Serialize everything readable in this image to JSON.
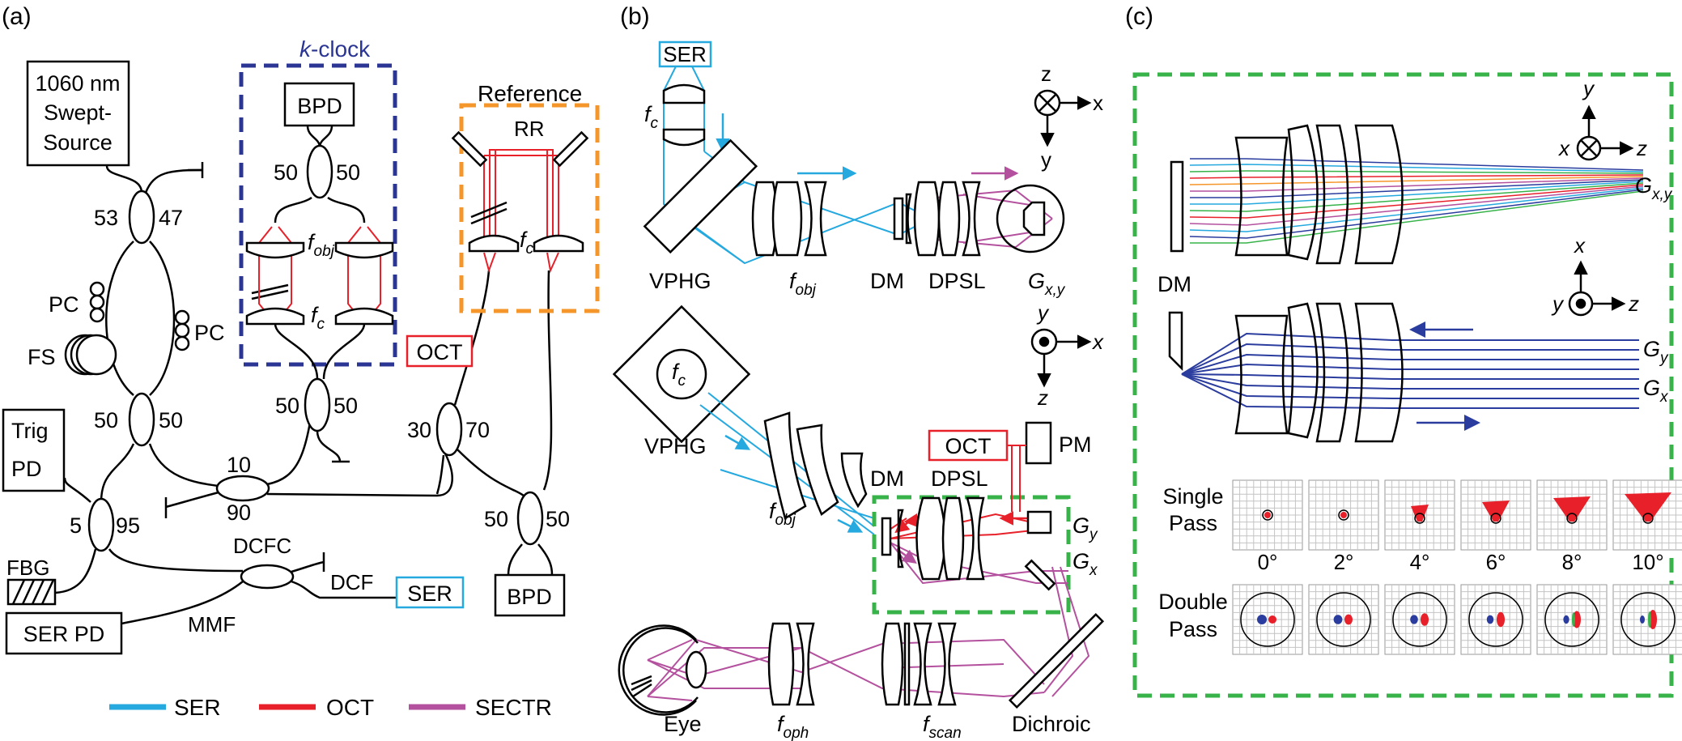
{
  "panels": {
    "a": "(a)",
    "b": "(b)",
    "c": "(c)"
  },
  "colors": {
    "ser": "#25a9df",
    "oct": "#e7202a",
    "sectr": "#b4519e",
    "k_clock": "#2b3593",
    "reference": "#f5962a",
    "green_box": "#37b34a",
    "scan_blue": "#2a3c9e",
    "black": "#000000"
  },
  "a": {
    "source": [
      "1060 nm",
      "Swept-",
      "Source"
    ],
    "kclock_label": {
      "k": "k",
      "rest": "-clock"
    },
    "reference_label": "Reference",
    "bpd": "BPD",
    "split_50": "50",
    "f_obj": {
      "base": "f",
      "sub": "obj"
    },
    "f_c": {
      "base": "f",
      "sub": "c"
    },
    "rr": "RR",
    "split_53": "53",
    "split_47": "47",
    "pc": "PC",
    "fs": "FS",
    "trig_pd": [
      "Trig",
      "PD"
    ],
    "split_10": "10",
    "split_90": "90",
    "split_5": "5",
    "split_95": "95",
    "split_30": "30",
    "split_70": "70",
    "oct_box": "OCT",
    "dcfc": "DCFC",
    "dcf": "DCF",
    "ser_box": "SER",
    "fbg": "FBG",
    "ser_pd": "SER PD",
    "mmf": "MMF"
  },
  "legend": [
    {
      "label": "SER",
      "color": "#25a9df"
    },
    {
      "label": "OCT",
      "color": "#e7202a"
    },
    {
      "label": "SECTR",
      "color": "#b4519e"
    }
  ],
  "b": {
    "ser_box": "SER",
    "f_c": {
      "base": "f",
      "sub": "c"
    },
    "vphg": "VPHG",
    "f_obj": {
      "base": "f",
      "sub": "obj"
    },
    "dm": "DM",
    "dpsl": "DPSL",
    "g_xy": {
      "base": "G",
      "sub": "x,y"
    },
    "axes1": {
      "z": "z",
      "x": "x",
      "y": "y"
    },
    "axes2": {
      "y": "y",
      "x": "x",
      "z": "z"
    },
    "oct_box": "OCT",
    "pm": "PM",
    "g_y": {
      "base": "G",
      "sub": "y"
    },
    "g_x": {
      "base": "G",
      "sub": "x"
    },
    "eye": "Eye",
    "f_oph": {
      "base": "f",
      "sub": "oph"
    },
    "f_scan": {
      "base": "f",
      "sub": "scan"
    },
    "dichroic": "Dichroic"
  },
  "c": {
    "dm": "DM",
    "axes1": {
      "y": "y",
      "x": "x",
      "z": "z"
    },
    "axes2": {
      "x": "x",
      "y": "y",
      "z": "z"
    },
    "g_xy": {
      "base": "G",
      "sub": "x,y"
    },
    "g_y": {
      "base": "G",
      "sub": "y"
    },
    "g_x": {
      "base": "G",
      "sub": "x"
    },
    "single_pass": [
      "Single",
      "Pass"
    ],
    "double_pass": [
      "Double",
      "Pass"
    ],
    "angles": [
      "0°",
      "2°",
      "4°",
      "6°",
      "8°",
      "10°"
    ],
    "single_spots": [
      {
        "shape": "dot"
      },
      {
        "shape": "dot"
      },
      {
        "shape": "wedge",
        "level": 1
      },
      {
        "shape": "wedge",
        "level": 2
      },
      {
        "shape": "wedge",
        "level": 3
      },
      {
        "shape": "wedge",
        "level": 4
      }
    ],
    "double_spots": [
      {
        "spread": 0
      },
      {
        "spread": 1
      },
      {
        "spread": 2
      },
      {
        "spread": 3
      },
      {
        "spread": 4
      },
      {
        "spread": 5
      }
    ]
  }
}
